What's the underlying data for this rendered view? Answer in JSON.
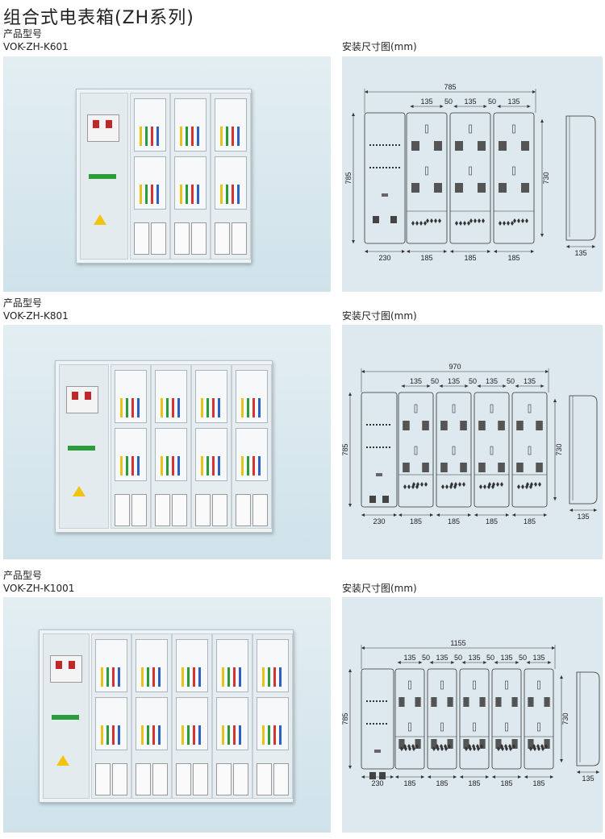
{
  "page_title": "组合式电表箱(ZH系列)",
  "products": [
    {
      "type_label": "产品型号",
      "model": "VOK-ZH-K601",
      "drawing_label": "安装尺寸图(mm)",
      "meter_columns": 3,
      "dims": {
        "overall_width": "785",
        "height": "785",
        "inner_height": "730",
        "depth": "135",
        "left_width": "230",
        "unit_width": "185",
        "meter_width": "135",
        "gap": "50"
      }
    },
    {
      "type_label": "产品型号",
      "model": "VOK-ZH-K801",
      "drawing_label": "安装尺寸图(mm)",
      "meter_columns": 4,
      "dims": {
        "overall_width": "970",
        "height": "785",
        "inner_height": "730",
        "depth": "135",
        "left_width": "230",
        "unit_width": "185",
        "meter_width": "135",
        "gap": "50"
      }
    },
    {
      "type_label": "产品型号",
      "model": "VOK-ZH-K1001",
      "drawing_label": "安装尺寸图(mm)",
      "meter_columns": 5,
      "dims": {
        "overall_width": "1155",
        "height": "785",
        "inner_height": "730",
        "depth": "135",
        "left_width": "230",
        "unit_width": "185",
        "meter_width": "135",
        "gap": "50"
      }
    }
  ],
  "colors": {
    "photo_bg": "#d6e6ed",
    "drawing_bg": "#dde9ef",
    "line": "#333333",
    "breaker_red": "#c0262a",
    "warning_yellow": "#f1c40f"
  }
}
